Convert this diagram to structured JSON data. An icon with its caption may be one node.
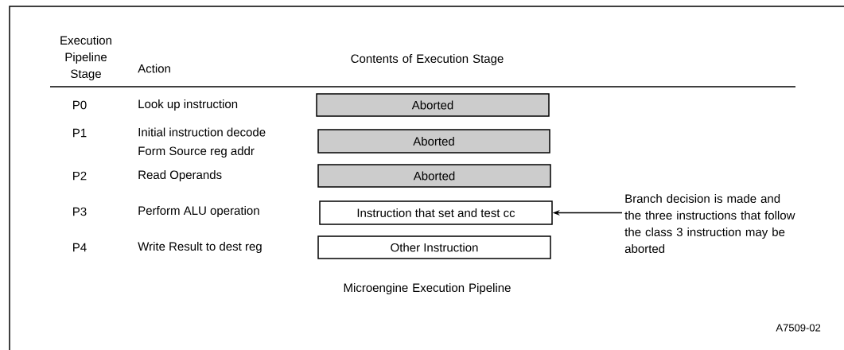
{
  "diagram": {
    "nodes": [
      {
        "text": [
          "Aborted"
        ]
      },
      {
        "text": [
          "Aborted"
        ]
      },
      {
        "text": [
          "Aborted"
        ]
      },
      {
        "text": [
          "Instruction that set and test cc"
        ]
      },
      {
        "text": [
          "Other Instruction"
        ]
      },
      {
        "text": [
          "Branch decision is made and the three instructions that follow the class 3 instruction may be aborted"
        ]
      }
    ],
    "edges": [
      {
        "from": 5,
        "to": 3,
        "arrow": "to"
      }
    ],
    "labels": [
      "Execution Pipeline Stage",
      "Action",
      "Contents of Execution Stage",
      "P0",
      "Look up instruction",
      "P1",
      "Initial instruction decode",
      "Form Source reg addr",
      "P2",
      "Read Operands",
      "P3",
      "Perform ALU operation",
      "P4",
      "Write Result to dest reg",
      "Microengine Execution Pipeline",
      "A7509-02"
    ]
  }
}
